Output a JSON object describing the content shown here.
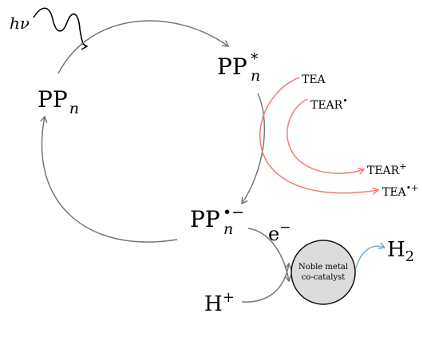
{
  "photon": {
    "h": "h",
    "nu": "ν"
  },
  "species": {
    "ppn": {
      "base": "PP",
      "sub": "n"
    },
    "ppn_star": {
      "base": "PP",
      "sub": "n",
      "sup": "*"
    },
    "ppn_anion": {
      "base": "PP",
      "sub": "n",
      "sup": "•−"
    }
  },
  "electron": {
    "base": "e",
    "sup": "−"
  },
  "proton": {
    "base": "H",
    "sup": "+"
  },
  "hydrogen": {
    "base": "H",
    "sub": "2"
  },
  "sacrificial": {
    "tea": {
      "base": "TEA"
    },
    "tear_rad": {
      "base": "TEAR",
      "sup": "•"
    },
    "tear_plus": {
      "base": "TEAR",
      "sup": "+"
    },
    "tea_radcat": {
      "base": "TEA",
      "sup": "•+"
    }
  },
  "catalyst": {
    "line1": "Noble metal",
    "line2": "co-catalyst"
  },
  "colors": {
    "cycle_arrow": "#777777",
    "sacrificial_arrow": "#f27b7b",
    "h2_arrow": "#74aedc",
    "catalyst_fill": "#dcdcdc",
    "catalyst_stroke": "#111111",
    "text": "#000000"
  }
}
